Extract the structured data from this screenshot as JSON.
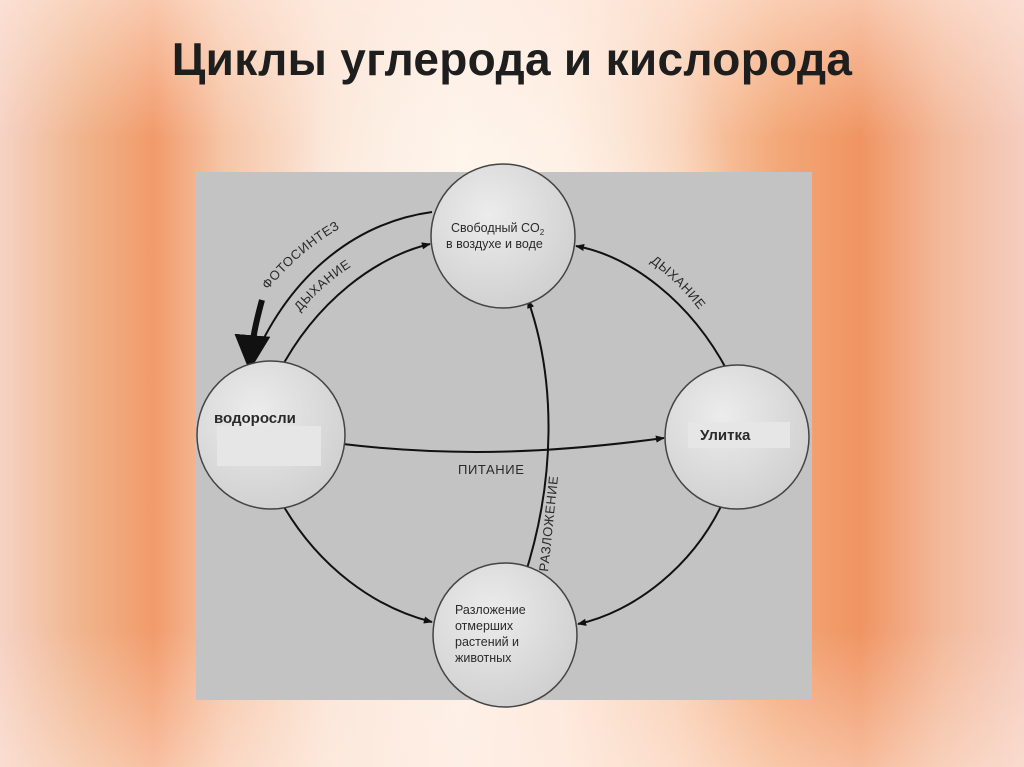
{
  "slide": {
    "title": "Циклы углерода и кислорода"
  },
  "diagram": {
    "nodes": {
      "co2": {
        "line1": "Свободный CO",
        "subscript": "2",
        "line2": "в воздухе и воде"
      },
      "algae": {
        "label": "водоросли"
      },
      "snail": {
        "label": "Улитка"
      },
      "decomp": {
        "line1": "Разложение",
        "line2": "отмерших",
        "line3": "растений и",
        "line4": "животных"
      }
    },
    "edges": {
      "photosynthesis": "ФОТОСИНТЕЗ",
      "respiration_algae": "ДЫХАНИЕ",
      "respiration_snail": "ДЫХАНИЕ",
      "nutrition": "ПИТАНИЕ",
      "decomposition": "РАЗЛОЖЕНИЕ"
    }
  }
}
